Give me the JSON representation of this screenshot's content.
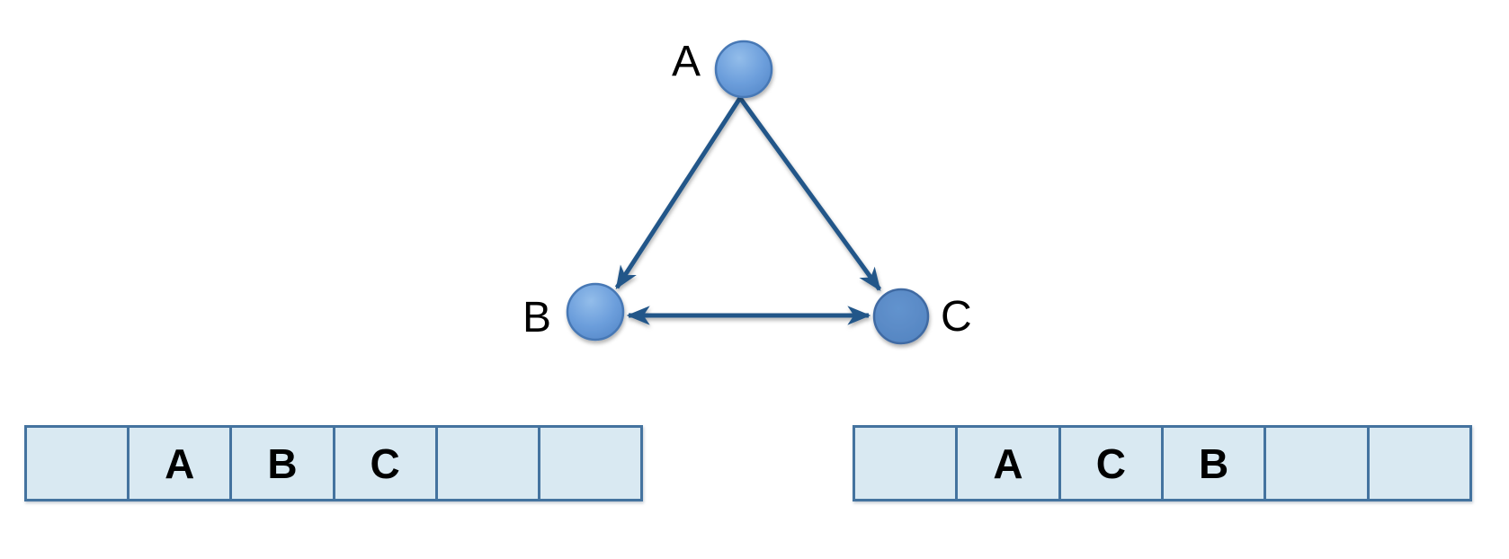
{
  "diagram": {
    "graph": {
      "nodes": [
        {
          "id": "A",
          "label": "A"
        },
        {
          "id": "B",
          "label": "B"
        },
        {
          "id": "C",
          "label": "C"
        }
      ],
      "edges": [
        {
          "from": "A",
          "to": "B",
          "directed": true,
          "bidirectional": false
        },
        {
          "from": "A",
          "to": "C",
          "directed": true,
          "bidirectional": false
        },
        {
          "from": "B",
          "to": "C",
          "directed": true,
          "bidirectional": true
        }
      ]
    },
    "arrays": {
      "left": {
        "cells": [
          "",
          "A",
          "B",
          "C",
          "",
          ""
        ]
      },
      "right": {
        "cells": [
          "",
          "A",
          "C",
          "B",
          "",
          ""
        ]
      }
    },
    "colors": {
      "node_fill_light_top": "#8fb9e9",
      "node_fill_light": "#6d9fdc",
      "node_fill_light_edge": "#5588c9",
      "node_fill_dark": "#5b8cc8",
      "node_border": "#4678b5",
      "node_border_dark": "#3f6ba3",
      "edge_stroke": "#245689",
      "cell_fill": "#d9e9f2",
      "cell_border": "#44739f",
      "label_color": "#000000"
    }
  }
}
